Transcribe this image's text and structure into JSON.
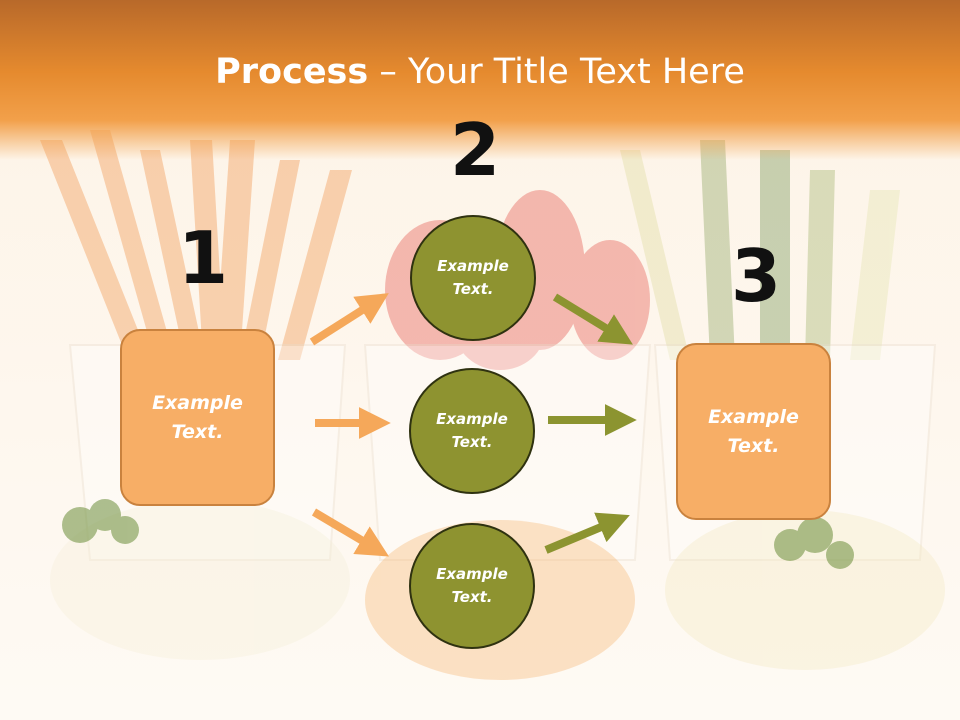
{
  "title": {
    "bold": "Process",
    "rest": " – Your Title Text Here"
  },
  "steps": {
    "one": "1",
    "two": "2",
    "three": "3"
  },
  "boxes": {
    "left": {
      "line1": "Example",
      "line2": "Text."
    },
    "right": {
      "line1": "Example",
      "line2": "Text."
    }
  },
  "circles": {
    "top": {
      "line1": "Example",
      "line2": "Text."
    },
    "middle": {
      "line1": "Example",
      "line2": "Text."
    },
    "bottom": {
      "line1": "Example",
      "line2": "Text."
    }
  },
  "colors": {
    "header": "#e58a2e",
    "box": "#f7ae66",
    "circle": "#8e9330",
    "arrow_left": "#f5a85a",
    "arrow_right": "#8c9430"
  }
}
